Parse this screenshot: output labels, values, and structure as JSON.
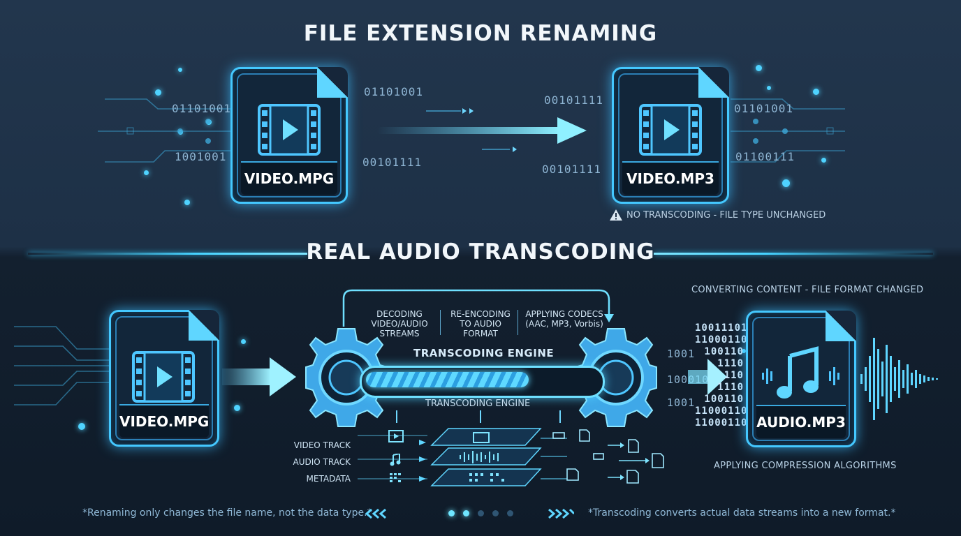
{
  "top": {
    "title": "FILE EXTENSION RENAMING",
    "source_file": "VIDEO.MPG",
    "target_file": "VIDEO.MP3",
    "binary_left": [
      "01101001",
      "1001001"
    ],
    "binary_middle_left": [
      "01101001",
      "00101111"
    ],
    "binary_middle_right": [
      "00101111",
      "00101111"
    ],
    "binary_right": [
      "01101001",
      "01100111"
    ],
    "warning": "NO TRANSCODING - FILE TYPE UNCHANGED",
    "warning_icon": "warning-triangle-icon"
  },
  "bottom": {
    "title": "REAL AUDIO TRANSCODING",
    "source_file": "VIDEO.MPG",
    "target_file": "AUDIO.MP3",
    "steps": [
      "DECODING\nVIDEO/AUDIO\nSTREAMS",
      "RE-ENCODING\nTO AUDIO\nFORMAT",
      "APPLYING CODECS\n(AAC, MP3, Vorbis)"
    ],
    "engine_title": "TRANSCODING ENGINE",
    "engine_subtitle": "TRANSCODING ENGINE",
    "engine_progress": 0.7,
    "tracks": [
      "VIDEO TRACK",
      "AUDIO TRACK",
      "METADATA"
    ],
    "converting_note": "CONVERTING CONTENT - FILE FORMAT CHANGED",
    "compression_note": "APPLYING COMPRESSION ALGORITHMS",
    "binary_in": [
      "1001",
      "100010",
      "1001"
    ],
    "binary_out": [
      "10011101",
      "11000110",
      "100110",
      "1110",
      "110",
      "1110",
      "100110",
      "11000110",
      "11000110"
    ]
  },
  "footer": {
    "left": "*Renaming only changes the file name, not the data type.*",
    "right": "*Transcoding converts actual data streams into a new format.*",
    "pager_dots": 5,
    "pager_active": 2
  },
  "colors": {
    "accent": "#44c8ff",
    "accent_bright": "#7fe6ff",
    "background_top": "#22364d",
    "background_bottom": "#0f1b29"
  }
}
